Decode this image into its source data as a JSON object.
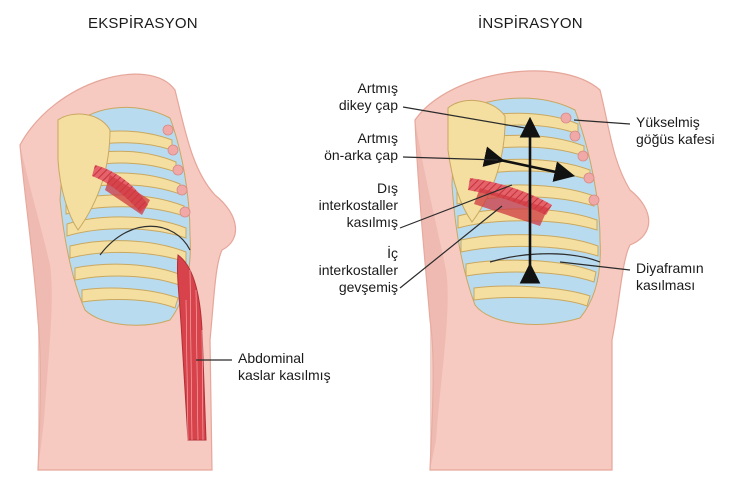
{
  "panels": {
    "expiration": {
      "title": "EKSPİRASYON"
    },
    "inspiration": {
      "title": "İNSPİRASYON"
    }
  },
  "labels": {
    "abdominal_line1": "Abdominal",
    "abdominal_line2": "kaslar kasılmış",
    "vertical_line1": "Artmış",
    "vertical_line2": "dikey çap",
    "ap_line1": "Artmış",
    "ap_line2": "ön-arka çap",
    "ext_line1": "Dış",
    "ext_line2": "interkostaller",
    "ext_line3": "kasılmış",
    "int_line1": "İç",
    "int_line2": "interkostaller",
    "int_line3": "gevşemiş",
    "ribcage_line1": "Yükselmiş",
    "ribcage_line2": "göğüs kafesi",
    "diaphragm_line1": "Diyaframın",
    "diaphragm_line2": "kasılması"
  },
  "colors": {
    "skin": "#f6c9c1",
    "skin_edge": "#e6a69a",
    "bone": "#f4dfa0",
    "bone_edge": "#c9a860",
    "intercostal": "#b9dbef",
    "muscle": "#d8424a",
    "cartilage": "#f0a9a6",
    "line": "#2b2b2b"
  }
}
